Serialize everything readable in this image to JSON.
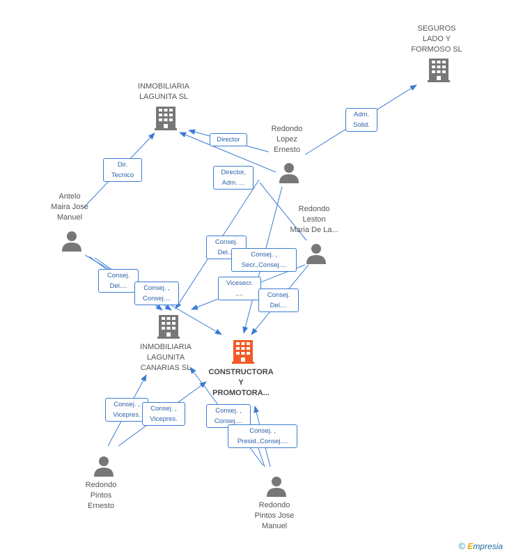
{
  "nodes": {
    "seguros": {
      "lines": [
        "SEGUROS",
        "LADO Y",
        "FORMOSO SL"
      ]
    },
    "lagunita": {
      "lines": [
        "INMOBILIARIA",
        "LAGUNITA SL"
      ]
    },
    "redondo_lopez": {
      "lines": [
        "Redondo",
        "Lopez",
        "Ernesto"
      ]
    },
    "antelo": {
      "lines": [
        "Antelo",
        "Maira Jose",
        "Manuel"
      ]
    },
    "redondo_leston": {
      "lines": [
        "Redondo",
        "Leston",
        "Maria De La..."
      ]
    },
    "canarias": {
      "lines": [
        "INMOBILIARIA",
        "LAGUNITA",
        "CANARIAS SL"
      ]
    },
    "constructora": {
      "lines": [
        "CONSTRUCTORA",
        "Y",
        "PROMOTORA..."
      ]
    },
    "pintos_ernesto": {
      "lines": [
        "Redondo",
        "Pintos",
        "Ernesto"
      ]
    },
    "pintos_jose": {
      "lines": [
        "Redondo",
        "Pintos Jose",
        "Manuel"
      ]
    }
  },
  "edge_labels": {
    "adm_solid": {
      "lines": [
        "Adm.",
        "Solid."
      ]
    },
    "director1": {
      "lines": [
        "Director"
      ]
    },
    "director2": {
      "lines": [
        "Director,",
        "Adm. ..."
      ]
    },
    "dir_tecnico": {
      "lines": [
        "Dir.",
        "Tecnico"
      ]
    },
    "consej_del_1": {
      "lines": [
        "Consej.",
        "Del...."
      ]
    },
    "consej_secr": {
      "lines": [
        "Consej. ,",
        "Secr.,Consej...."
      ]
    },
    "vicesecr": {
      "lines": [
        "Vicesecr.",
        ",..."
      ]
    },
    "consej_del_2": {
      "lines": [
        "Consej.",
        "Del...."
      ]
    },
    "consej_del_3": {
      "lines": [
        "Consej.",
        "Del...."
      ]
    },
    "consej_consej_1": {
      "lines": [
        "Consej. ,",
        "Consej...."
      ]
    },
    "consej_vice_1": {
      "lines": [
        "Consej. ,",
        "Vicepres."
      ]
    },
    "consej_vice_2": {
      "lines": [
        "Consej. ,",
        "Vicepres."
      ]
    },
    "consej_consej_2": {
      "lines": [
        "Consej. ,",
        "Consej...."
      ]
    },
    "consej_presid": {
      "lines": [
        "Consej. ,",
        "Presid.,Consej...."
      ]
    }
  },
  "footer": {
    "copyright": "©",
    "brand_initial": "E",
    "brand_rest": "mpresia"
  },
  "colors": {
    "company": "#777777",
    "main_company": "#f05a28",
    "person": "#777777",
    "edge": "#3a7bd5"
  }
}
